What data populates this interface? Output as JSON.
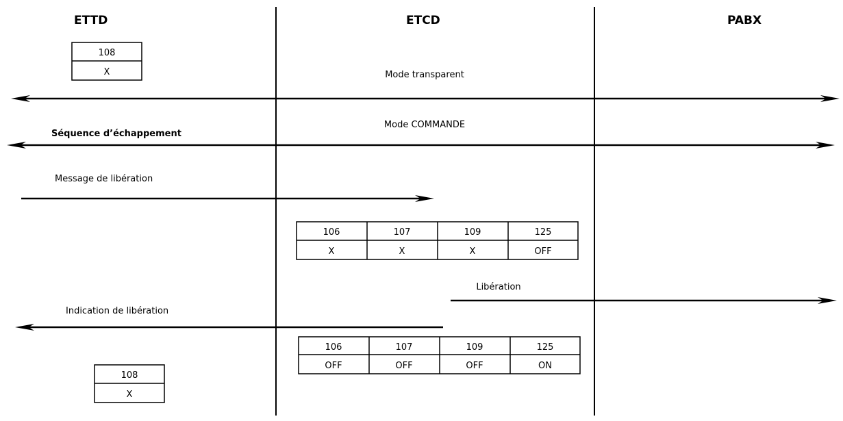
{
  "columns": {
    "ettd": "ETTD",
    "etcd": "ETCD",
    "pabx": "PABX"
  },
  "messages": {
    "mode_transparent": "Mode transparent",
    "mode_commande": "Mode COMMANDE",
    "sequence_echappement": "Séquence d’échappement",
    "message_liberation": "Message de libération",
    "liberation": "Libération",
    "indication_liberation": "Indication de libération"
  },
  "tables": {
    "ettd_top": {
      "headers": [
        "108"
      ],
      "values": [
        "X"
      ]
    },
    "etcd_first": {
      "headers": [
        "106",
        "107",
        "109",
        "125"
      ],
      "values": [
        "X",
        "X",
        "X",
        "OFF"
      ]
    },
    "etcd_second": {
      "headers": [
        "106",
        "107",
        "109",
        "125"
      ],
      "values": [
        "OFF",
        "OFF",
        "OFF",
        "ON"
      ]
    },
    "ettd_bottom": {
      "headers": [
        "108"
      ],
      "values": [
        "X"
      ]
    }
  }
}
